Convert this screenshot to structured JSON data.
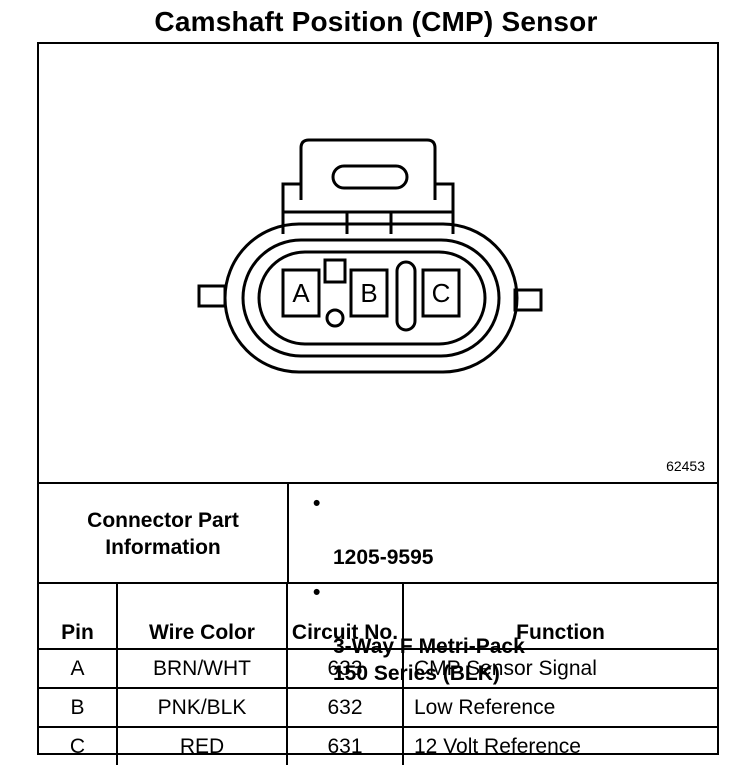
{
  "title": "Camshaft Position (CMP) Sensor",
  "diagram": {
    "part_number": "62453",
    "pin_labels": [
      "A",
      "B",
      "C"
    ]
  },
  "connector_info": {
    "label": "Connector Part Information",
    "items": [
      "1205-9595",
      "3-Way F Metri-Pack\n150 Series (BLK)"
    ]
  },
  "pin_table": {
    "headers": {
      "pin": "Pin",
      "wire_color": "Wire Color",
      "circuit_no": "Circuit No.",
      "function": "Function"
    },
    "rows": [
      {
        "pin": "A",
        "wire_color": "BRN/WHT",
        "circuit_no": "633",
        "function": "CMP Sensor Signal"
      },
      {
        "pin": "B",
        "wire_color": "PNK/BLK",
        "circuit_no": "632",
        "function": "Low Reference"
      },
      {
        "pin": "C",
        "wire_color": "RED",
        "circuit_no": "631",
        "function": "12 Volt Reference"
      }
    ]
  }
}
